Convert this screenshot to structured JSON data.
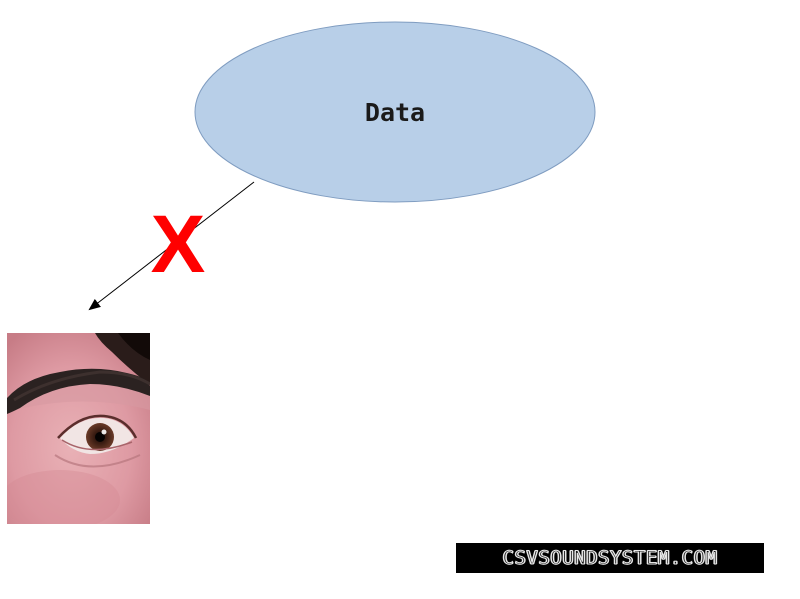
{
  "diagram": {
    "node_label": "Data",
    "blocked_mark": "X",
    "eye_photo": "eye-closeup-photo",
    "watermark": "CSVSOUNDSYSTEM.COM"
  },
  "colors": {
    "ellipse_fill": "#b8cfe8",
    "ellipse_stroke": "#7f9cc0",
    "x_mark": "#ff0000",
    "watermark_bg": "#000000"
  }
}
